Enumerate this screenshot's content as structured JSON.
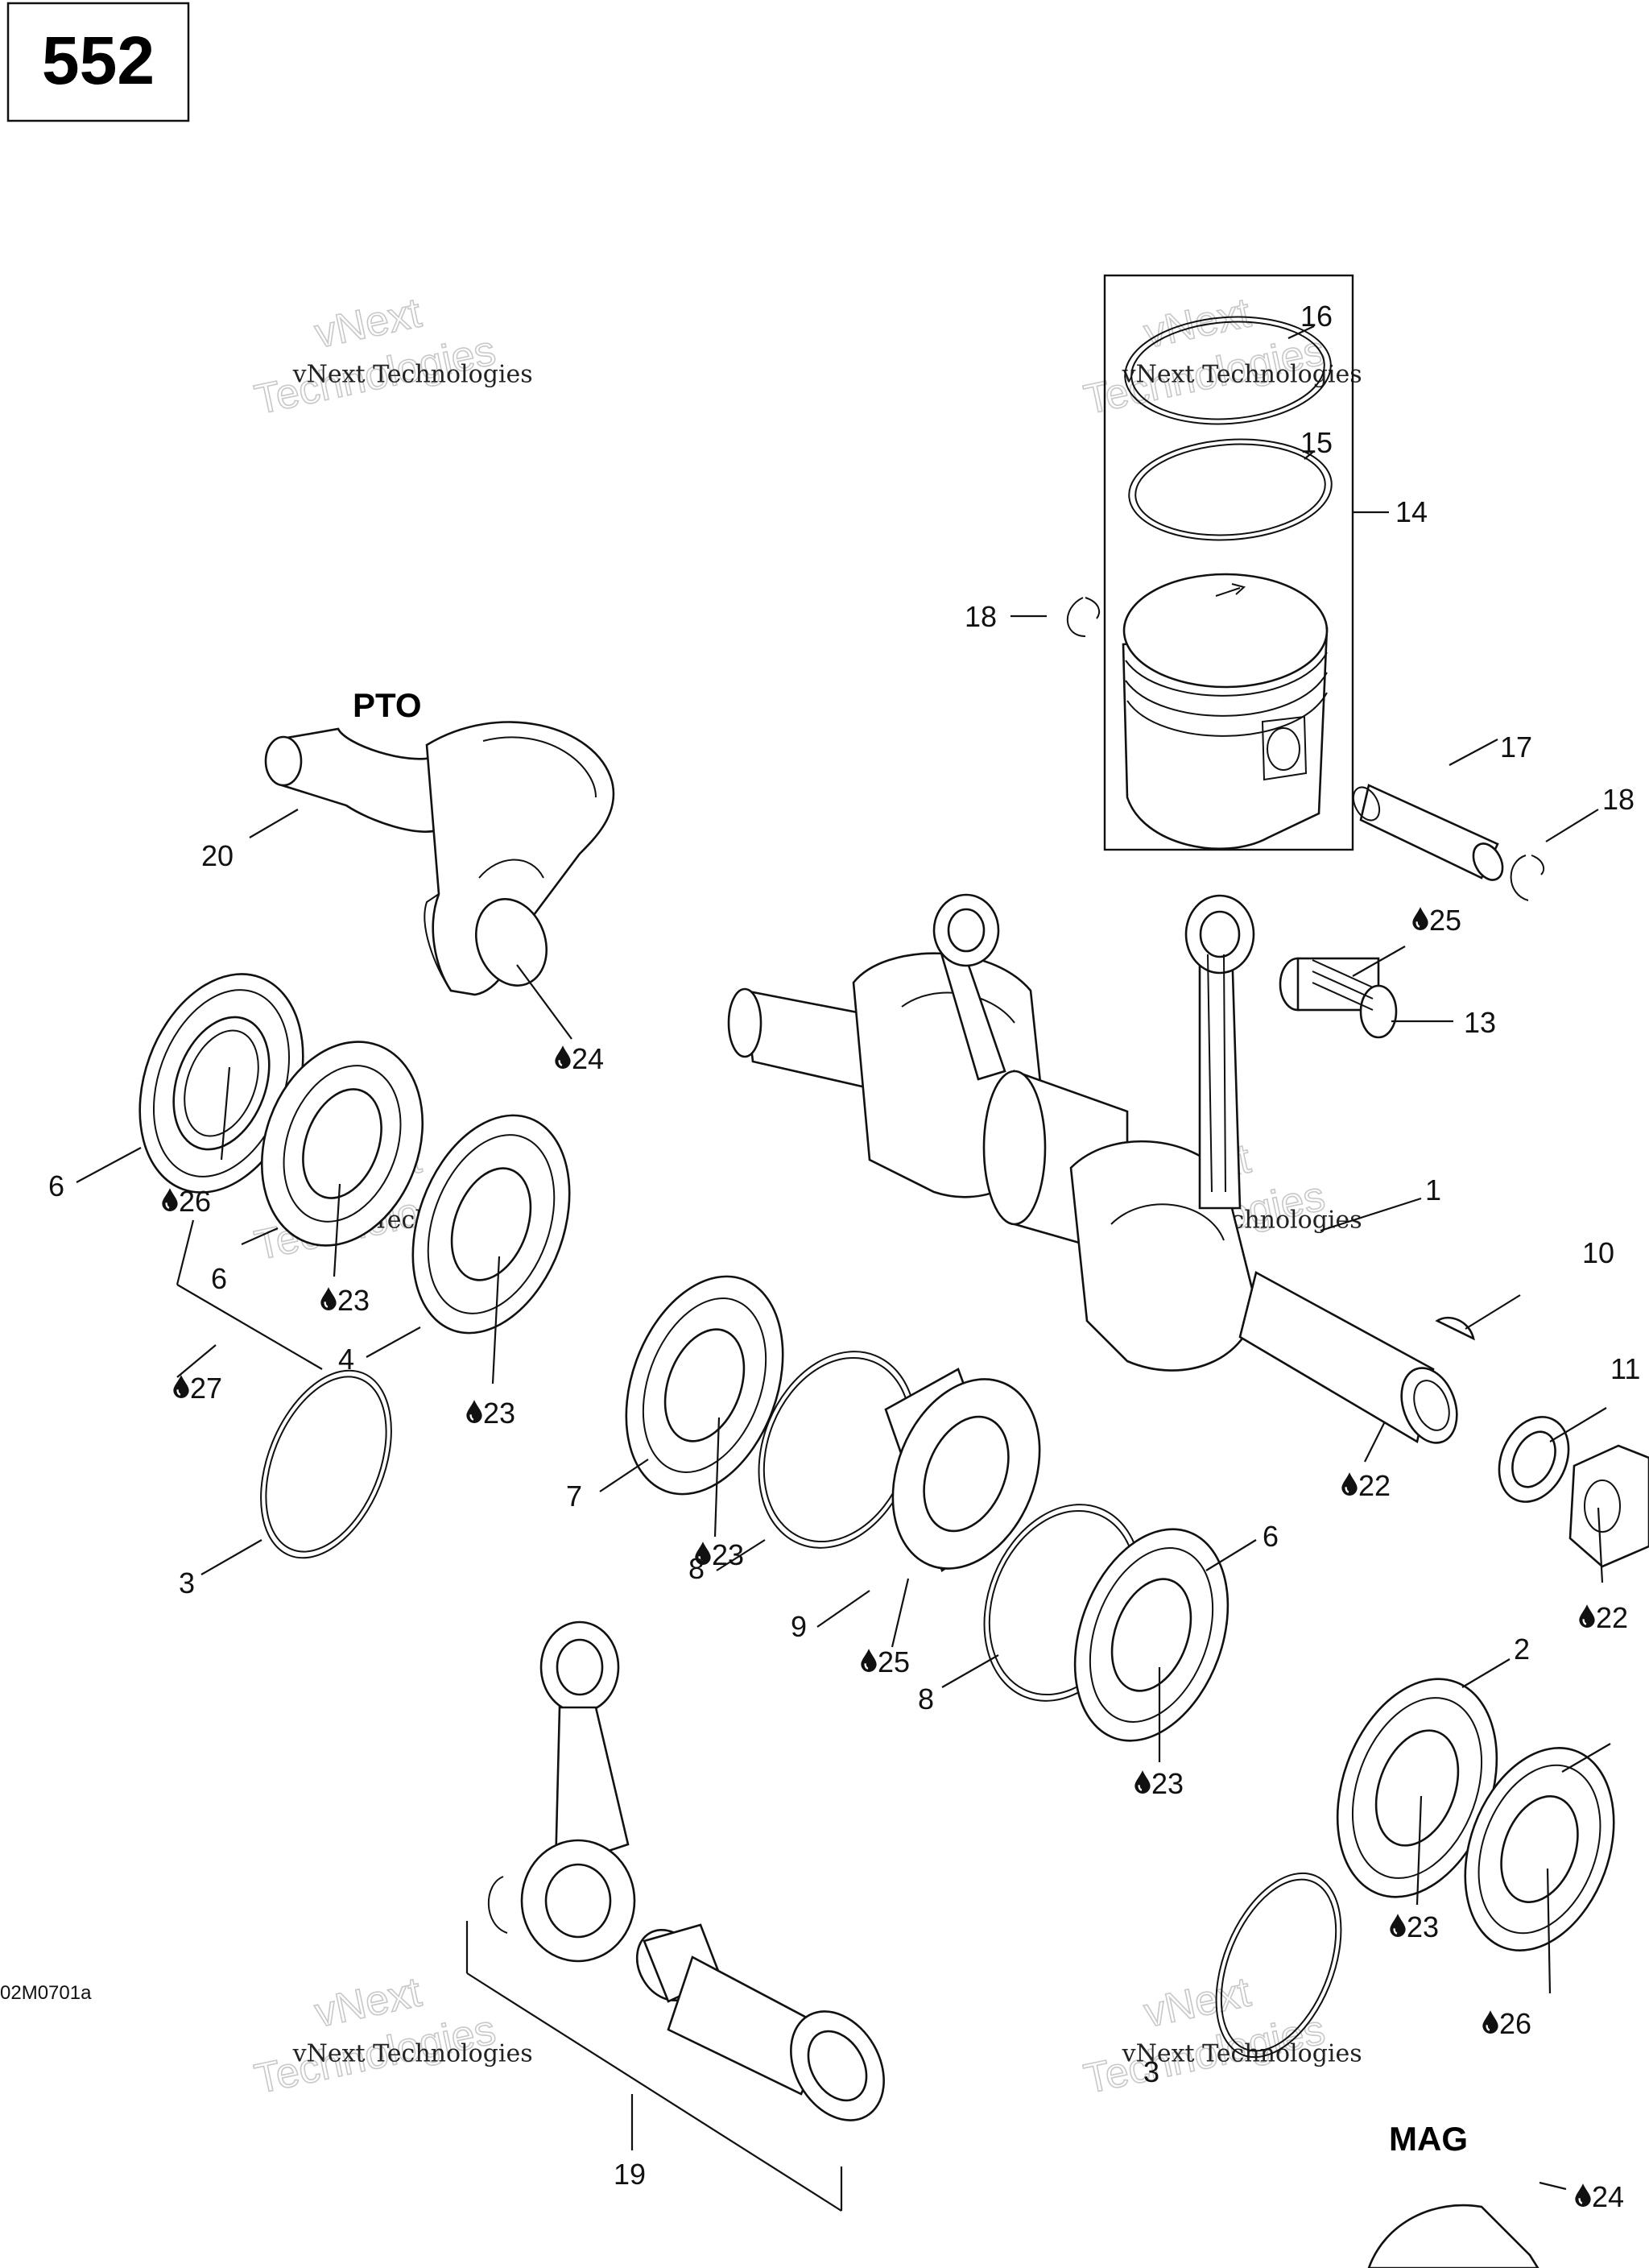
{
  "page_number": "552",
  "figure_code": "02M0701a",
  "section_labels": {
    "pto": "PTO",
    "mag": "MAG"
  },
  "watermark": {
    "line1": "vNext Technologies",
    "outline_word1": "vNext",
    "outline_word2": "Technologies"
  },
  "callouts": {
    "c16": "16",
    "c15": "15",
    "c14": "14",
    "c18a": "18",
    "c17": "17",
    "c18b": "18",
    "c25a": "25",
    "c13": "13",
    "c20": "20",
    "c24a": "24",
    "c1": "1",
    "c10": "10",
    "c6a": "6",
    "c26a": "26",
    "c6b": "6",
    "c23a": "23",
    "c4": "4",
    "c27": "27",
    "c23b": "23",
    "c11": "11",
    "c22a": "22",
    "c22b": "22",
    "c7": "7",
    "c23c": "23",
    "c8a": "8",
    "c9": "9",
    "c25b": "25",
    "c8b": "8",
    "c6c": "6",
    "c23d": "23",
    "c3a": "3",
    "c2": "2",
    "c23e": "23",
    "c26b": "26",
    "c3b": "3",
    "c19": "19",
    "c24b": "24"
  },
  "icons": {
    "lubricant": "oil-drop-icon"
  }
}
